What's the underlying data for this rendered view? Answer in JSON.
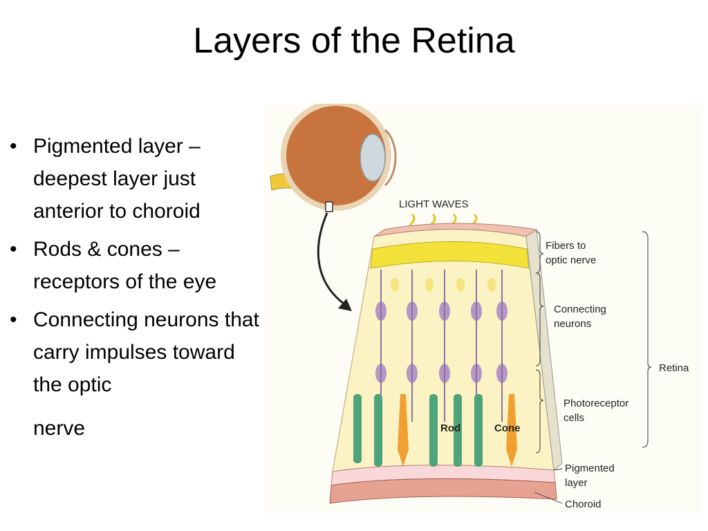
{
  "slide": {
    "title": "Layers of the Retina",
    "bullets": [
      {
        "marker": "•",
        "text": "Pigmented layer – deepest layer just anterior to choroid"
      },
      {
        "marker": "•",
        "text": "Rods & cones – receptors of the eye"
      },
      {
        "marker": "•",
        "text": "Connecting neurons that carry impulses toward the optic"
      }
    ],
    "bullet_continuation": "nerve"
  },
  "figure": {
    "light_label": "LIGHT WAVES",
    "labels": {
      "fibers_1": "Fibers to",
      "fibers_2": "optic nerve",
      "connecting_1": "Connecting",
      "connecting_2": "neurons",
      "photo_1": "Photoreceptor",
      "photo_2": "cells",
      "retina": "Retina",
      "pigmented_1": "Pigmented",
      "pigmented_2": "layer",
      "choroid": "Choroid",
      "rod": "Rod",
      "cone": "Cone"
    },
    "colors": {
      "eyeball": "#c8743e",
      "fiber_layer": "#f2e23a",
      "tissue": "#fbf3c4",
      "choroid": "#e8a292",
      "rod": "#4fa37a",
      "cone": "#f0a030",
      "neuron": "#b596c4"
    }
  }
}
